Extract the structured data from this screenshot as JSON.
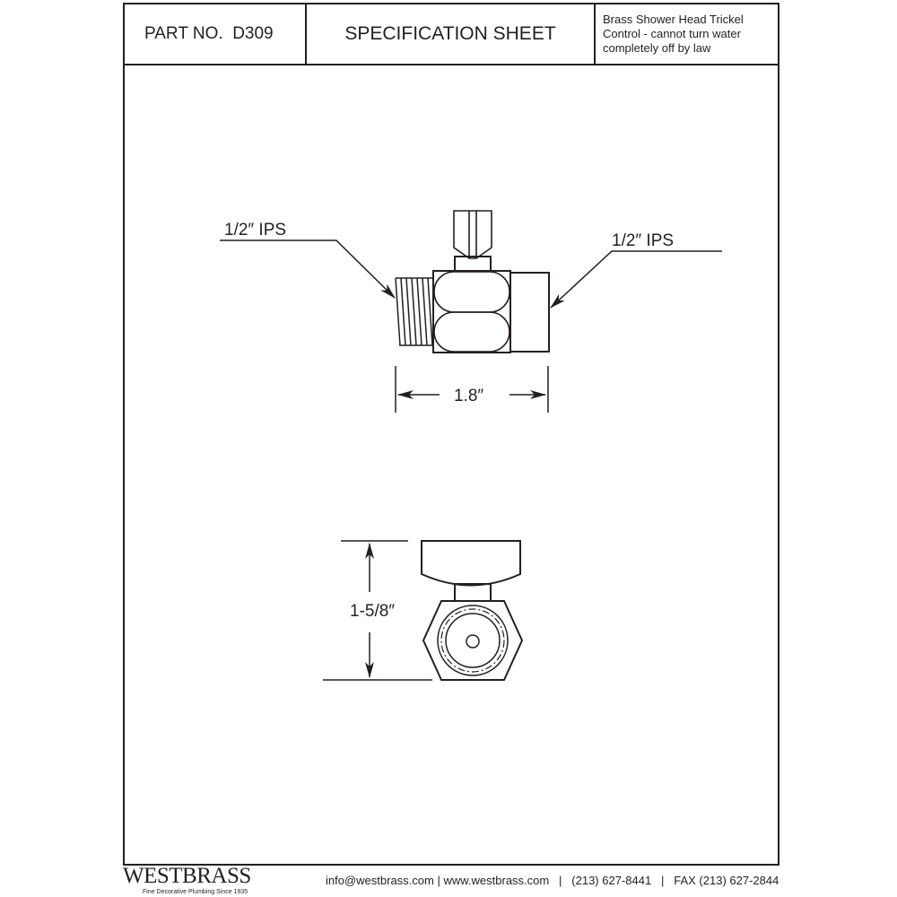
{
  "header": {
    "part_no_label": "PART NO.",
    "part_no": "D309",
    "title": "SPECIFICATION SHEET",
    "description": "Brass Shower Head Trickel Control - cannot turn water completely off by law"
  },
  "drawing": {
    "left_connection": "1/2″ IPS",
    "right_connection": "1/2″ IPS",
    "length": "1.8″",
    "height": "1-5/8″"
  },
  "footer": {
    "brand": "WESTBRASS",
    "tagline": "Fine Decorative Plumbing Since 1935",
    "email": "info@westbrass.com",
    "website": "www.westbrass.com",
    "phone": "(213) 627-8441",
    "fax": "FAX (213) 627-2844"
  }
}
